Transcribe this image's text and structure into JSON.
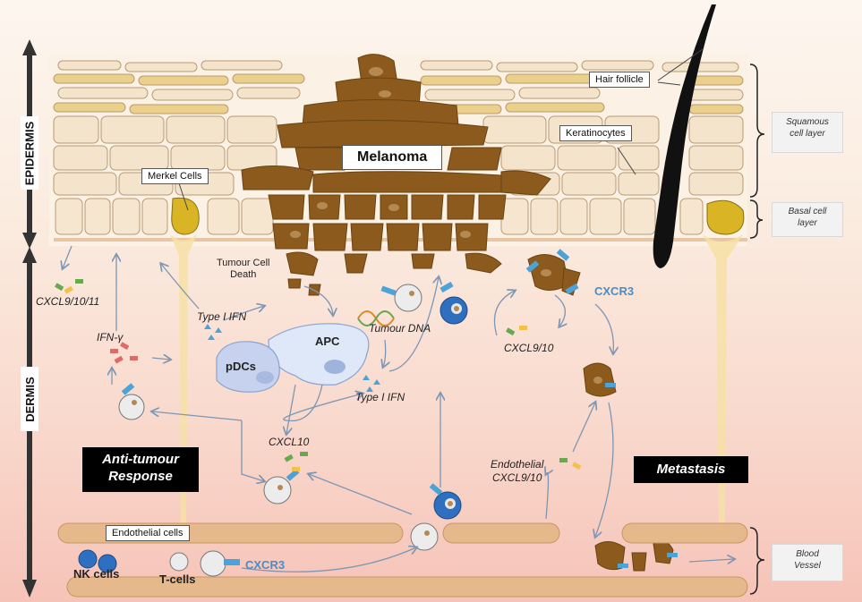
{
  "labels": {
    "melanoma": "Melanoma",
    "hair_follicle": "Hair follicle",
    "keratinocytes": "Keratinocytes",
    "merkel_cells": "Merkel Cells",
    "squamous_line1": "Squamous",
    "squamous_line2": "cell layer",
    "basal_line1": "Basal cell",
    "basal_line2": "layer",
    "blood_line1": "Blood",
    "blood_line2": "Vessel",
    "epidermis": "EPIDERMIS",
    "dermis": "DERMIS",
    "tumour_cell_death_line1": "Tumour Cell",
    "tumour_cell_death_line2": "Death",
    "cxcl91011": "CXCL9/10/11",
    "ifn_gamma": "IFN-γ",
    "type1_ifn_top": "Type I IFN",
    "type1_ifn_bottom": "Type I IFN",
    "tumour_dna": "Tumour DNA",
    "apc": "APC",
    "pdcs": "pDCs",
    "cxcl910": "CXCL9/10",
    "cxcr3_top": "CXCR3",
    "cxcl10": "CXCL10",
    "endothelial_line1": "Endothelial",
    "endothelial_line2": "CXCL9/10",
    "anti_tumour_line1": "Anti-tumour",
    "anti_tumour_line2": "Response",
    "metastasis": "Metastasis",
    "endothelial_cells": "Endothelial cells",
    "nk_cells": "NK cells",
    "t_cells": "T-cells",
    "cxcr3_bottom": "CXCR3"
  },
  "colors": {
    "melanoma": "#8b5a1c",
    "keratinocyte": "#f3e2c8",
    "merkel": "#d9b526",
    "vessel": "#e6b98c",
    "arrow": "#7d96b3",
    "receptor": "#4ca3d8",
    "tcell_blue": "#2f6fc0"
  }
}
